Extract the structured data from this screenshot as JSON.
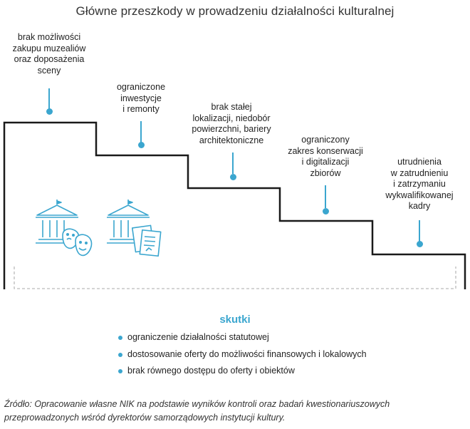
{
  "title": "Główne przeszkody w prowadzeniu działalności kulturalnej",
  "steps": [
    {
      "label": "brak możliwości\nzakupu muzealiów\noraz doposażenia\nsceny"
    },
    {
      "label": "ograniczone\ninwestycje\ni remonty"
    },
    {
      "label": "brak stałej\nlokalizacji, niedobór\npowierzchni, bariery\narchitektoniczne"
    },
    {
      "label": "ograniczony\nzakres konserwacji\ni digitalizacji\nzbiorów"
    },
    {
      "label": "utrudnienia\nw zatrudnieniu\ni zatrzymaniu\nwykwalifikowanej\nkadry"
    }
  ],
  "icons": [
    "museum-theatre-icon",
    "museum-documents-icon"
  ],
  "effects_title": "skutki",
  "effects": [
    "ograniczenie działalności statutowej",
    "dostosowanie oferty do możliwości finansowych i lokalowych",
    "brak równego dostępu do oferty i obiektów"
  ],
  "source": "Źródło: Opracowanie własne NIK na podstawie wyników kontroli oraz badań kwestionariuszowych przeprowadzonych wśród dyrektorów samorządowych instytucji kultury.",
  "colors": {
    "accent": "#3ba6cf",
    "line": "#1a1a1a",
    "dashed": "#bbbbbb"
  }
}
